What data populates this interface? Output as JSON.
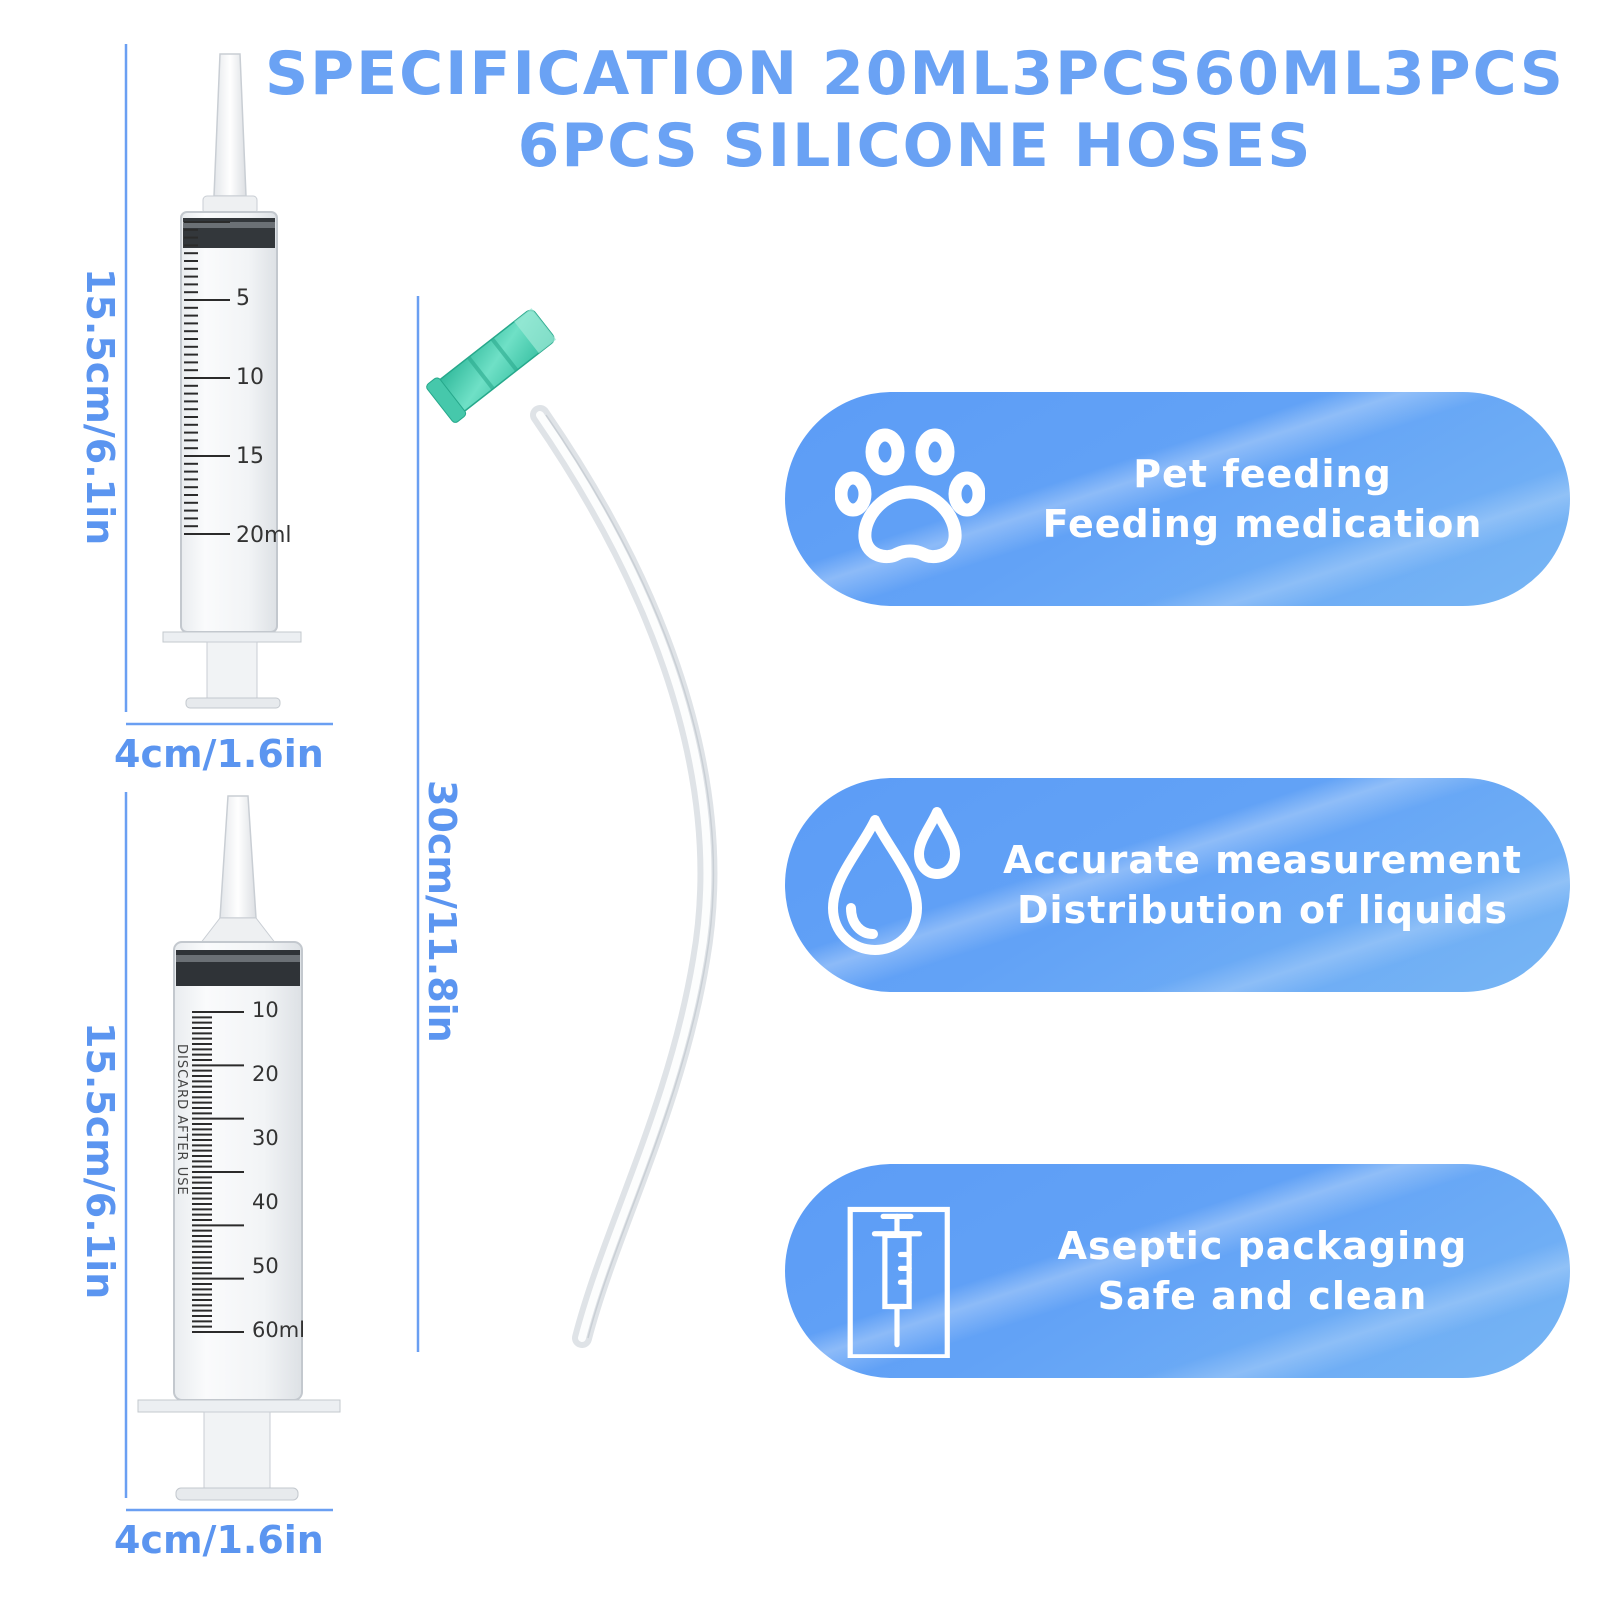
{
  "title": {
    "line1": "SPECIFICATION 20ML3PCS60ML3PCS",
    "line2": "6PCS SILICONE HOSES"
  },
  "syringe_20": {
    "height_label": "15.5cm/6.1in",
    "width_label": "4cm/1.6in",
    "scale": [
      "5",
      "10",
      "15",
      "20ml"
    ]
  },
  "syringe_60": {
    "height_label": "15.5cm/6.1in",
    "width_label": "4cm/1.6in",
    "scale": [
      "10",
      "20",
      "30",
      "40",
      "50",
      "60ml"
    ],
    "side_text": "DISCARD AFTER USE"
  },
  "hose": {
    "length_label": "30cm/11.8in"
  },
  "features": [
    {
      "icon": "paw-icon",
      "line1": "Pet feeding",
      "line2": "Feeding medication"
    },
    {
      "icon": "water-drop-icon",
      "line1": "Accurate measurement",
      "line2": "Distribution of liquids"
    },
    {
      "icon": "syringe-package-icon",
      "line1": "Aseptic packaging",
      "line2": "Safe and clean"
    }
  ],
  "colors": {
    "title": "#6aa2f4",
    "dimension": "#5b95f0",
    "pill": "#62a2f6",
    "hose_tip": "#3ec2a6"
  }
}
